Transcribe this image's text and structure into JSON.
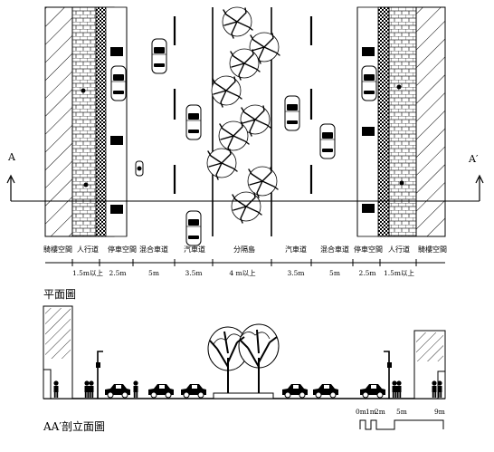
{
  "plan": {
    "title": "平面圖",
    "section_marker_left": "A",
    "section_marker_right": "A′",
    "zones": [
      {
        "label": "騎樓空間",
        "width": ""
      },
      {
        "label": "人行道",
        "width": "1.5m以上"
      },
      {
        "label": "停車空間",
        "width": "2.5m"
      },
      {
        "label": "混合車道",
        "width": "5m"
      },
      {
        "label": "汽車道",
        "width": "3.5m"
      },
      {
        "label": "分隔島",
        "width": "4 m以上"
      },
      {
        "label": "汽車道",
        "width": "3.5m"
      },
      {
        "label": "混合車道",
        "width": "5m"
      },
      {
        "label": "停車空間",
        "width": "2.5m"
      },
      {
        "label": "人行道",
        "width": "1.5m以上"
      },
      {
        "label": "騎樓空間",
        "width": ""
      }
    ]
  },
  "section": {
    "title": "AA′剖立面圖",
    "scale_labels": [
      "0m",
      "1m",
      "2m",
      "5m",
      "9m"
    ]
  }
}
